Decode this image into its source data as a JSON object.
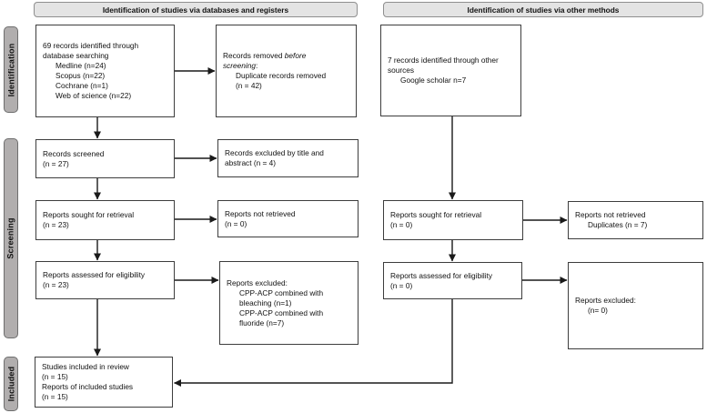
{
  "colors": {
    "header_fill": "#e4e4e4",
    "header_border": "#8f8f8f",
    "sidebar_fill": "#b1aeae",
    "sidebar_border": "#6e6e6e",
    "box_border": "#3d3d3d",
    "line_color": "#1a1a1a"
  },
  "headers": {
    "left": "Identification of studies via databases and registers",
    "right": "Identification of studies via other methods"
  },
  "sidebar": {
    "identification": "Identification",
    "screening": "Screening",
    "included": "Included"
  },
  "boxes": {
    "db_identified": {
      "lines": [
        {
          "text": "69 records identified through"
        },
        {
          "text": "database searching"
        },
        {
          "text": "Medline (n=24)",
          "indent": true
        },
        {
          "text": "Scopus (n=22)",
          "indent": true
        },
        {
          "text": "Cochrane (n=1)",
          "indent": true
        },
        {
          "text": "Web of science (n=22)",
          "indent": true
        }
      ]
    },
    "records_removed": {
      "lines": [
        {
          "segments": [
            {
              "text": "Records removed "
            },
            {
              "text": "before",
              "italic": true
            }
          ]
        },
        {
          "segments": [
            {
              "text": "screening",
              "italic": true
            },
            {
              "text": ":"
            }
          ]
        },
        {
          "text": "Duplicate records removed",
          "indent": true
        },
        {
          "text": "(n = 42)",
          "indent": true
        }
      ]
    },
    "other_identified": {
      "lines": [
        {
          "text": "7 records identified through other"
        },
        {
          "text": "sources"
        },
        {
          "text": "Google scholar n=7",
          "indent": true
        }
      ]
    },
    "records_screened": {
      "lines": [
        {
          "text": "Records screened"
        },
        {
          "text": "(n = 27)"
        }
      ]
    },
    "excluded_title_abstract": {
      "lines": [
        {
          "text": "Records excluded by title and"
        },
        {
          "text": "abstract (n = 4)"
        }
      ]
    },
    "sought_retrieval_db": {
      "lines": [
        {
          "text": "Reports sought for retrieval"
        },
        {
          "text": "(n = 23)"
        }
      ]
    },
    "not_retrieved_db": {
      "lines": [
        {
          "text": "Reports not retrieved"
        },
        {
          "text": "(n = 0)"
        }
      ]
    },
    "eligibility_db": {
      "lines": [
        {
          "text": "Reports assessed for eligibility"
        },
        {
          "text": "(n = 23)"
        }
      ]
    },
    "excluded_db": {
      "lines": [
        {
          "text": "Reports excluded:"
        },
        {
          "text": "CPP-ACP combined with",
          "indent": true
        },
        {
          "text": "bleaching (n=1)",
          "indent": true
        },
        {
          "text": "CPP-ACP combined with",
          "indent": true
        },
        {
          "text": "fluoride (n=7)",
          "indent": true
        }
      ]
    },
    "included_studies": {
      "lines": [
        {
          "text": "Studies included in review"
        },
        {
          "text": "(n = 15)"
        },
        {
          "text": "Reports of included studies"
        },
        {
          "text": "(n = 15)"
        }
      ]
    },
    "sought_retrieval_other": {
      "lines": [
        {
          "text": "Reports sought for retrieval"
        },
        {
          "text": "(n = 0)"
        }
      ]
    },
    "not_retrieved_other": {
      "lines": [
        {
          "text": "Reports not retrieved"
        },
        {
          "text": "Duplicates (n = 7)",
          "indent": true
        }
      ]
    },
    "eligibility_other": {
      "lines": [
        {
          "text": "Reports assessed for eligibility"
        },
        {
          "text": "(n = 0)"
        }
      ]
    },
    "excluded_other": {
      "lines": [
        {
          "text": "Reports excluded:"
        },
        {
          "text": "(n= 0)",
          "indent": true
        }
      ]
    }
  }
}
